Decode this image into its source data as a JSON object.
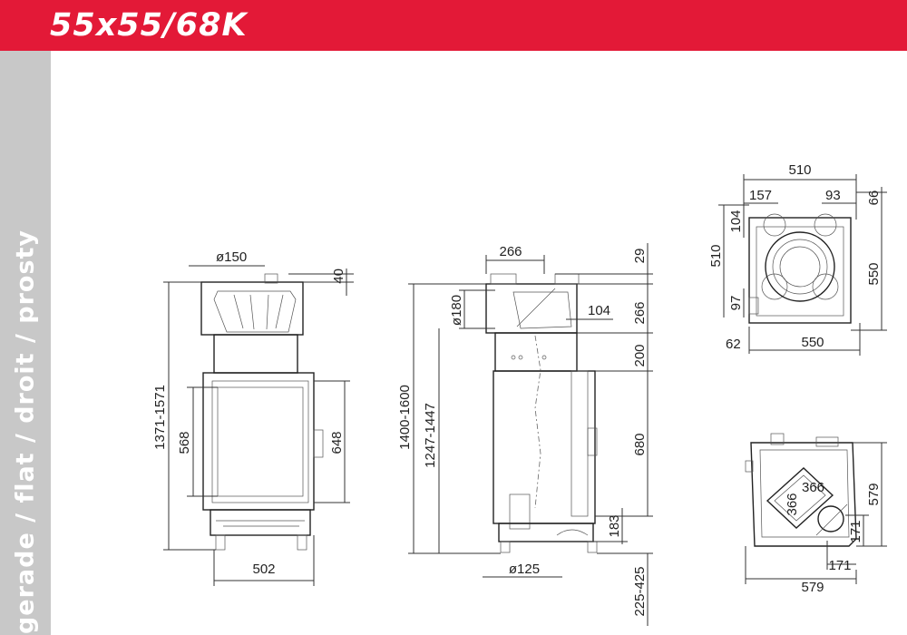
{
  "header": {
    "title": "55x55/68K",
    "color": "#e31937"
  },
  "sidebar": {
    "label": "gerade / flat / droit / prosty",
    "color": "#c8c8c8"
  },
  "front_view": {
    "flue_diameter": "ø150",
    "top_offset": "40",
    "total_height": "1371-1571",
    "door_height_left": "568",
    "door_height_right": "648",
    "width": "502"
  },
  "side_view": {
    "top_width": "266",
    "top_offset": "29",
    "flue_diameter": "ø180",
    "outlet_offset": "104",
    "outlet_height": "266",
    "total_height": "1400-1600",
    "inner_height": "1247-1447",
    "upper_section": "200",
    "door_height": "680",
    "lower_section": "183",
    "air_inlet": "ø125",
    "legs_range": "225-425"
  },
  "top_view": {
    "outer_width": "510",
    "left_offset": "157",
    "right_offset": "93",
    "top_right_offset": "66",
    "top_left_offset": "104",
    "depth": "510",
    "right_depth": "550",
    "bottom_left_offset": "97",
    "left_margin": "62",
    "inner_width": "550"
  },
  "plan_view": {
    "diagonal_top": "366",
    "diagonal_side": "366",
    "right_depth": "579",
    "right_small": "171",
    "bottom_small": "171",
    "bottom_width": "579"
  }
}
